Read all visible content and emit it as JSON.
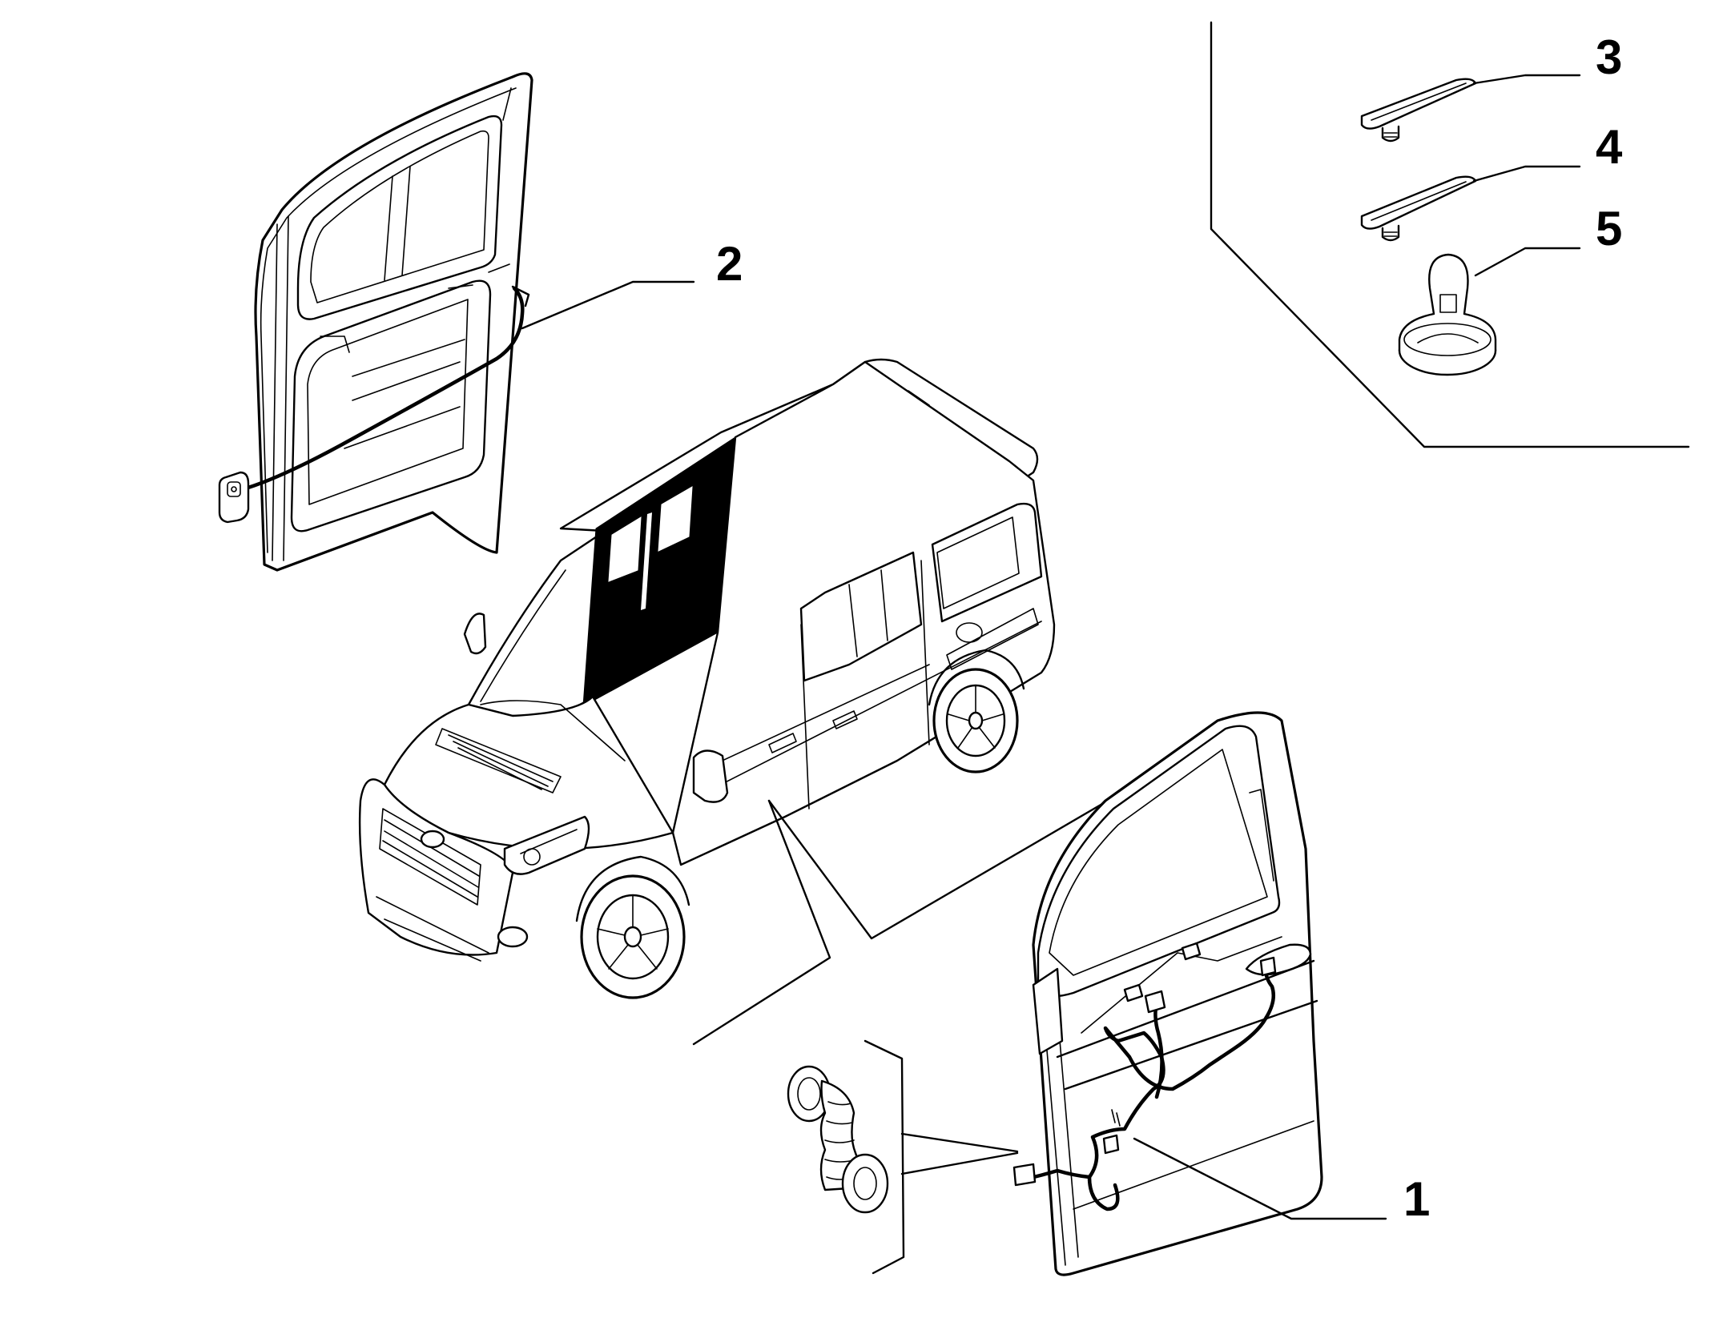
{
  "diagram": {
    "callouts": [
      {
        "id": "1",
        "label": "1"
      },
      {
        "id": "2",
        "label": "2"
      },
      {
        "id": "3",
        "label": "3"
      },
      {
        "id": "4",
        "label": "4"
      },
      {
        "id": "5",
        "label": "5"
      }
    ],
    "parts": [
      {
        "name": "front-door-wiring-harness",
        "callout": "1"
      },
      {
        "name": "sliding-door-wiring-harness",
        "callout": "2"
      },
      {
        "name": "clip-a",
        "callout": "3"
      },
      {
        "name": "clip-b",
        "callout": "4"
      },
      {
        "name": "cap",
        "callout": "5"
      }
    ],
    "colors": {
      "ink": "#000000",
      "paper": "#ffffff"
    }
  }
}
